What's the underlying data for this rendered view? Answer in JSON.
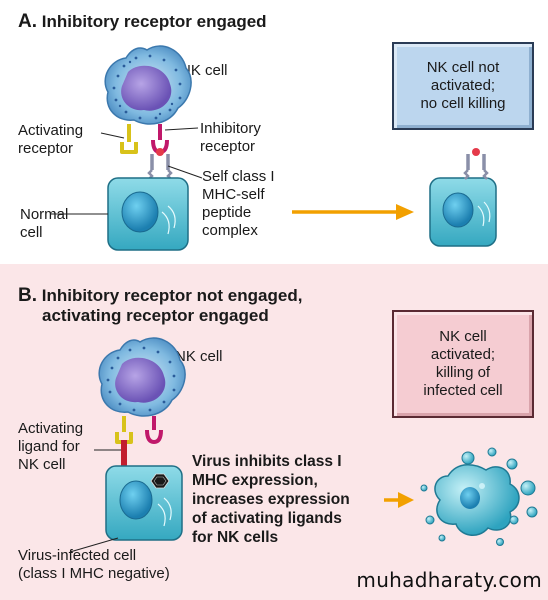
{
  "panel_a": {
    "letter": "A.",
    "title": "Inhibitory receptor engaged",
    "nk_cell": "NK cell",
    "activating_receptor": [
      "Activating",
      "receptor"
    ],
    "inhibitory_receptor": [
      "Inhibitory",
      "receptor"
    ],
    "self_mhc": [
      "Self class I",
      "MHC-self",
      "peptide",
      "complex"
    ],
    "normal_cell": [
      "Normal",
      "cell"
    ],
    "result": [
      "NK cell not",
      "activated;",
      "no cell killing"
    ]
  },
  "panel_b": {
    "letter": "B.",
    "title": [
      "Inhibitory receptor not engaged,",
      "activating receptor engaged"
    ],
    "nk_cell": "NK cell",
    "activating_ligand": [
      "Activating",
      "ligand for",
      "NK cell"
    ],
    "virus_cell": [
      "Virus-infected cell",
      "(class I MHC negative)"
    ],
    "virus_note": [
      "Virus inhibits class I",
      "MHC expression,",
      "increases expression",
      "of activating ligands",
      "for NK cells"
    ],
    "result": [
      "NK cell",
      "activated;",
      "killing of",
      "infected cell"
    ]
  },
  "watermark": "muhadharaty.com",
  "colors": {
    "panel_b_background": "#fbe6e8",
    "result_box_a": "#bcd6ee",
    "result_box_b": "#f5ccd2",
    "target_cell": "#5ec4d6",
    "nk_cell": "#8f7ad1",
    "arrow": "#f2a000"
  }
}
